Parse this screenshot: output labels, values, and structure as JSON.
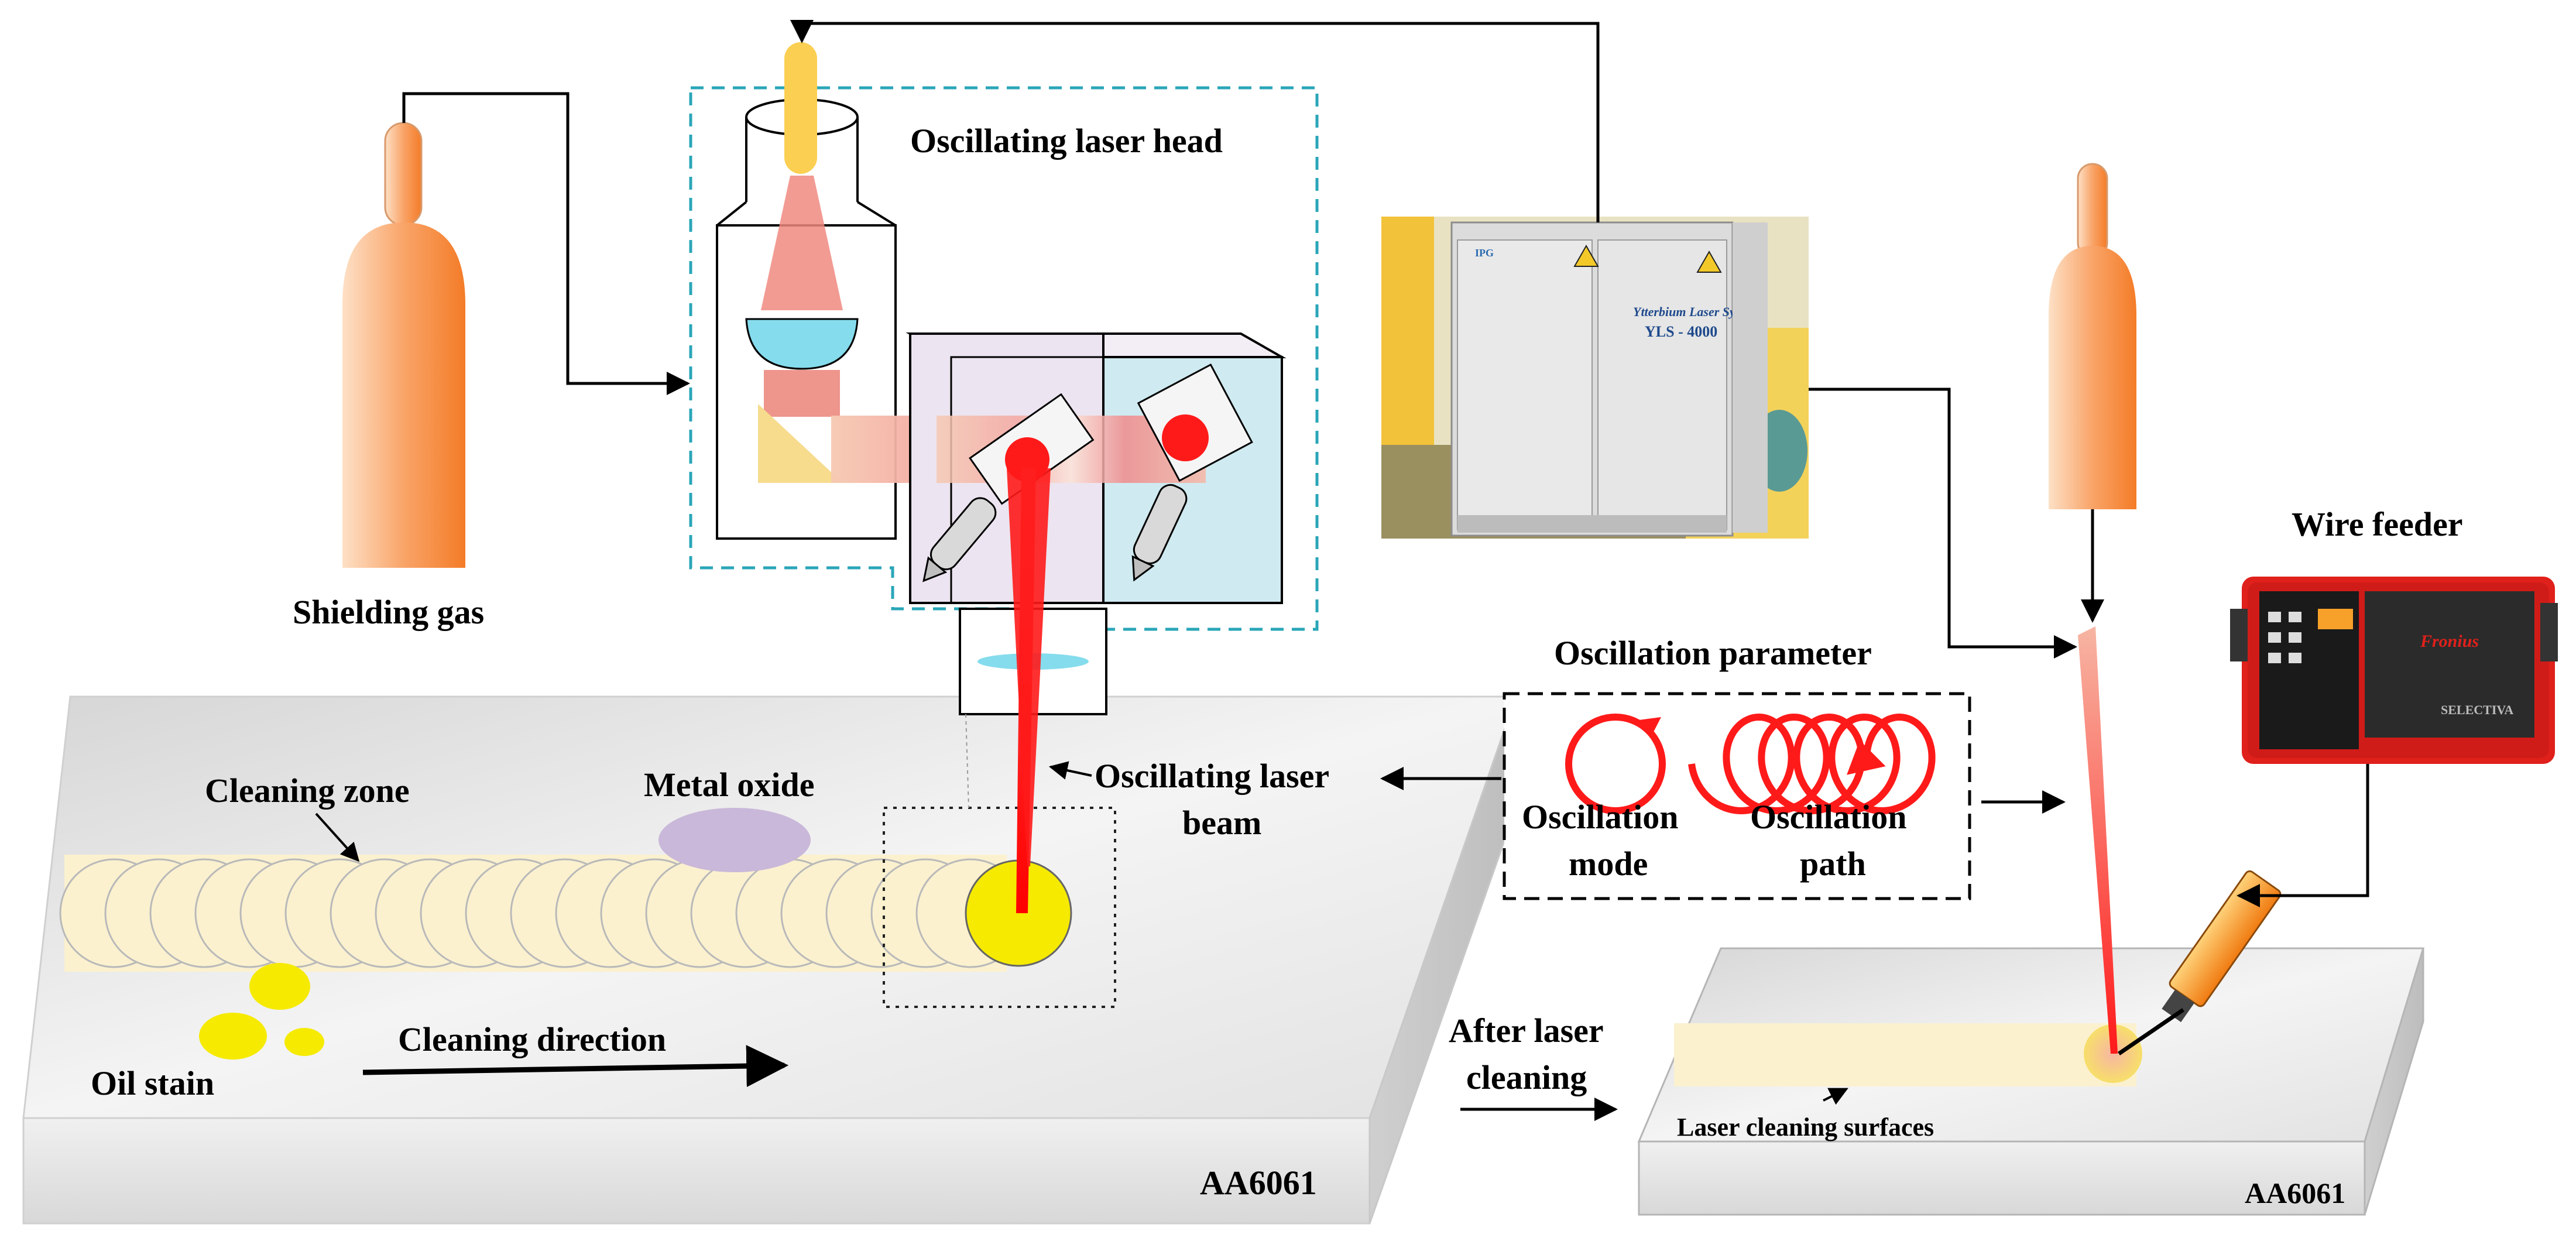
{
  "labels": {
    "shielding_gas": "Shielding gas",
    "laser_head": "Oscillating laser head",
    "wire_feeder": "Wire feeder",
    "oscillation_parameter": "Oscillation parameter",
    "oscillation_mode_1": "Oscillation",
    "oscillation_mode_2": "mode",
    "oscillation_path_1": "Oscillation",
    "oscillation_path_2": "path",
    "laser_beam_1": "Oscillating laser",
    "laser_beam_2": "beam",
    "cleaning_zone": "Cleaning zone",
    "metal_oxide": "Metal oxide",
    "oil_stain": "Oil stain",
    "cleaning_direction": "Cleaning direction",
    "after_cleaning_1": "After laser",
    "after_cleaning_2": "cleaning",
    "laser_cleaning_surfaces": "Laser cleaning surfaces",
    "material_left": "AA6061",
    "material_right": "AA6061"
  },
  "laser_system": {
    "name": "Ytterbium Laser System",
    "model": "YLS - 4000",
    "brand": "IPG"
  },
  "wire_feeder_device": {
    "brand": "Fronius",
    "model": "SELECTIVA"
  },
  "colors": {
    "gas_cylinder": "#f7924a",
    "laser_red": "#ff1a1a",
    "dashed_box": "#2aa6b8",
    "cleaning_zone": "#fbf1cf",
    "spot_yellow": "#f5ea00",
    "oil_yellow": "#f5ea00",
    "metal_oxide": "#c9b8d9",
    "lens_blue": "#85dced",
    "feeder_red": "#e0201b"
  }
}
